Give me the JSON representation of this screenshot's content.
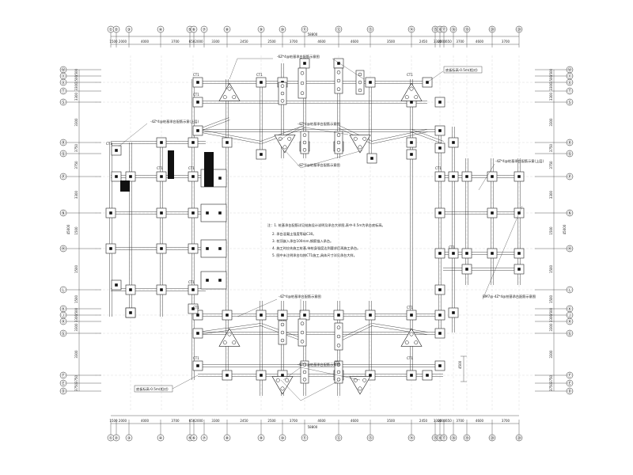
{
  "columns": [
    "①",
    "②",
    "③",
    "④",
    "⑤",
    "⑥",
    "⑦",
    "⑧",
    "⑨",
    "⑩",
    "⑪",
    "⑫",
    "⑬",
    "⑭",
    "⑮",
    "⑯",
    "⑰",
    "⑱",
    "⑲",
    "⑳"
  ],
  "rows": [
    "Ⓐ",
    "Ⓑ",
    "Ⓒ",
    "Ⓓ",
    "Ⓔ",
    "Ⓕ",
    "Ⓖ",
    "Ⓗ",
    "Ⓙ",
    "Ⓚ",
    "Ⓛ",
    "Ⓜ",
    "Ⓝ",
    "Ⓟ",
    "Ⓠ",
    "Ⓡ",
    "Ⓢ",
    "Ⓣ",
    "Ⓤ",
    "Ⓥ",
    "Ⓦ"
  ],
  "top_dims": [
    "1500",
    "2000",
    "4000",
    "3700",
    "650",
    "2000",
    "3300",
    "2450",
    "2500",
    "3700",
    "4600",
    "4600",
    "3500",
    "2450",
    "3300",
    "2000",
    "650",
    "3700",
    "4600",
    "3700",
    "1500"
  ],
  "bottom_dims": [
    "1500",
    "2000",
    "4000",
    "3700",
    "650",
    "2000",
    "3300",
    "2450",
    "2500",
    "3700",
    "4600",
    "4600",
    "3500",
    "2450",
    "3300",
    "2000",
    "650",
    "3700",
    "4600",
    "3700",
    "1500"
  ],
  "top_total": "58800",
  "bottom_total": "58800",
  "left_total": "45000",
  "right_total": "45000",
  "left_dims": [
    "1500",
    "1500",
    "3300",
    "3300",
    "3300",
    "3750",
    "3750",
    "3300",
    "1500",
    "1500"
  ],
  "right_dims": [
    "1500",
    "1500",
    "3300",
    "3300",
    "3300",
    "3750",
    "3750",
    "3300",
    "1500",
    "1500"
  ],
  "callouts": {
    "top_left_badge": "底板标高-0.5m(相对)",
    "bottom_left_badge": "底板标高-0.5m(相对)",
    "top_center": "-6Z*4@桩基承台配筋示意图",
    "left_upper": "-4Z*4@桩基承台配筋示意(上层)",
    "center_upper": "-4Z*4@桩基承台配筋示意图",
    "center_lower": "-4Z*4@桩基承台配筋示意图",
    "right_upper": "-4Z*4@桩基承台配筋示意(上层)",
    "right_lower": "BM7@-4Z*4@桩基承台配筋示意图",
    "bottom_center": "-4Z*4@桩基承台配筋示意图",
    "bottom_lower": "-4Z*4@桩基承台配筋示意图"
  },
  "notes": [
    "注：1. 桩基承台配筋详见结施设计说明及承台大样图,表中-0.5m为承台底标高。",
    "2. 承台混凝土强度等级C30。",
    "3. 桩顶嵌入承台100mm,钢筋锚入承台。",
    "4. 施工时应先施工桩基,待桩身强度达到要求后再施工承台。",
    "5. 图中未注明承台均按CT1施工,具体尺寸详见承台大样。"
  ],
  "tag_label": "CT1",
  "side_dim": "4500"
}
